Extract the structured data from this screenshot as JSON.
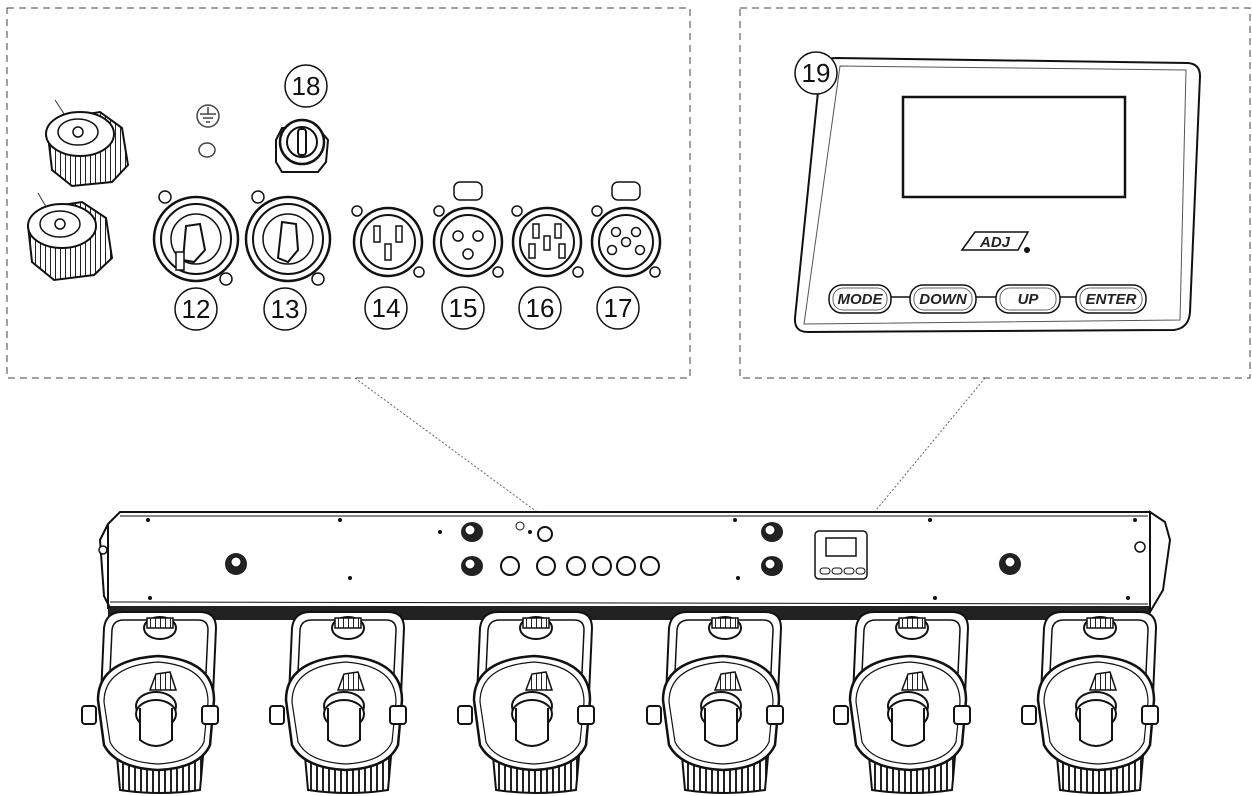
{
  "callouts": {
    "c12": "12",
    "c13": "13",
    "c14": "14",
    "c15": "15",
    "c16": "16",
    "c17": "17",
    "c18": "18",
    "c19": "19"
  },
  "panel": {
    "logo": "ADJ",
    "buttons": {
      "mode": "MODE",
      "down": "DOWN",
      "up": "UP",
      "enter": "ENTER"
    }
  }
}
